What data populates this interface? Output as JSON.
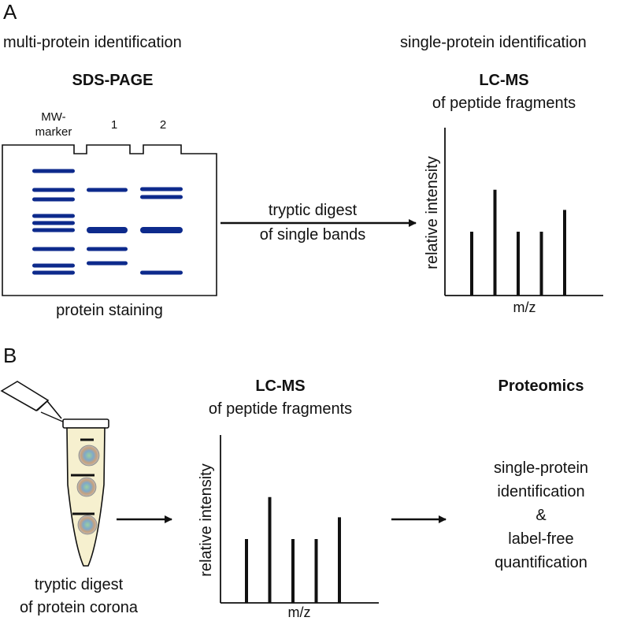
{
  "panel_a": {
    "letter": "A",
    "left_heading": "multi-protein identification",
    "right_heading": "single-protein identification",
    "gel_title": "SDS-PAGE",
    "lanes": [
      {
        "label_lines": [
          "MW-",
          "marker"
        ],
        "bands": [
          217,
          241,
          253,
          274,
          283,
          292,
          316,
          337,
          346
        ]
      },
      {
        "label_lines": [
          "1"
        ],
        "bands": [
          241,
          292,
          316,
          334
        ]
      },
      {
        "label_lines": [
          "2"
        ],
        "bands": [
          240,
          250,
          292,
          346
        ]
      }
    ],
    "gel_caption": "protein staining",
    "arrow_label_lines": [
      "tryptic digest",
      "of single bands"
    ],
    "ms_title": "LC-MS",
    "ms_subtitle": "of peptide fragments",
    "ms_ylabel": "relative intensity",
    "ms_xlabel": "m/z"
  },
  "panel_b": {
    "letter": "B",
    "tube_caption_lines": [
      "tryptic digest",
      "of protein corona"
    ],
    "ms_title": "LC-MS",
    "ms_subtitle": "of peptide fragments",
    "ms_ylabel": "relative intensity",
    "ms_xlabel": "m/z",
    "proteomics_title": "Proteomics",
    "proteomics_lines": [
      "single-protein",
      "identification",
      "&",
      "label-free",
      "quantification"
    ]
  },
  "colors": {
    "band": "#0d2a8c",
    "ink": "#111111"
  },
  "chart_data": [
    {
      "type": "bar",
      "title": "LC-MS",
      "subtitle": "of peptide fragments",
      "xlabel": "m/z",
      "ylabel": "relative intensity",
      "values": [
        0.38,
        0.63,
        0.38,
        0.38,
        0.51
      ],
      "ylim": [
        0,
        1
      ]
    },
    {
      "type": "bar",
      "title": "LC-MS",
      "subtitle": "of peptide fragments",
      "xlabel": "m/z",
      "ylabel": "relative intensity",
      "values": [
        0.38,
        0.63,
        0.38,
        0.38,
        0.51
      ],
      "ylim": [
        0,
        1
      ]
    }
  ]
}
